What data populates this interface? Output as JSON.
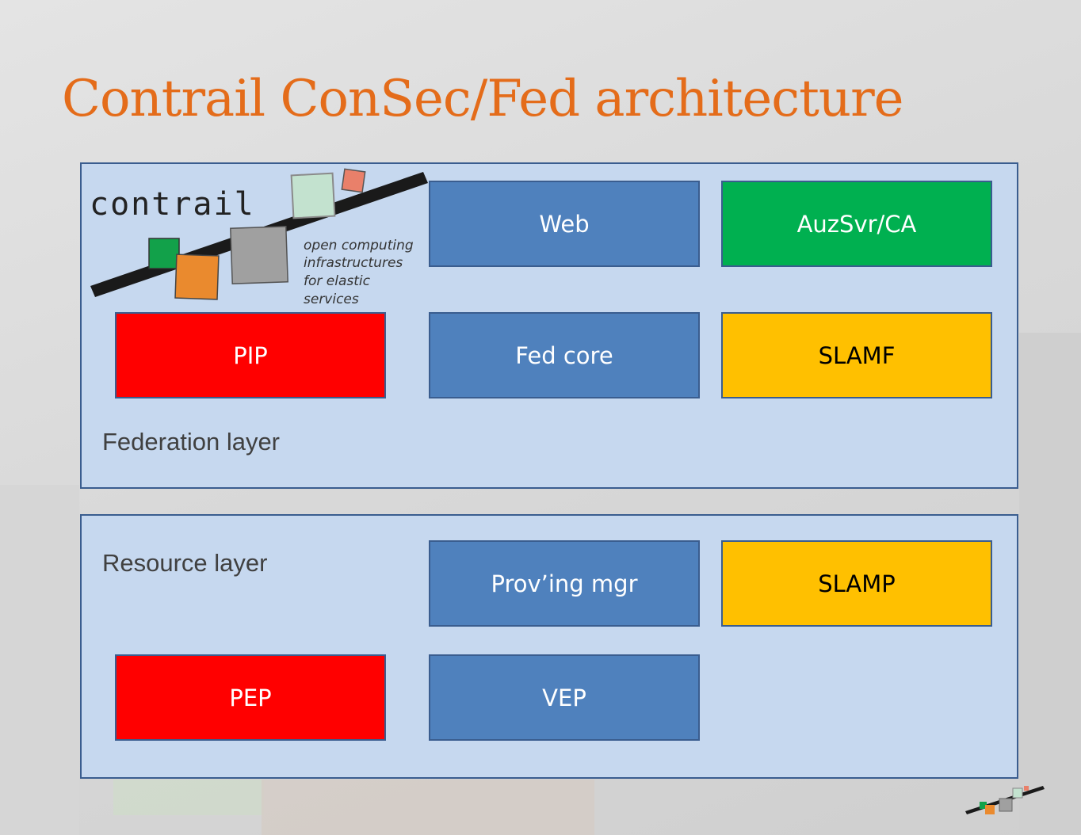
{
  "title": "Contrail ConSec/Fed architecture",
  "logo": {
    "wordmark": "contrail",
    "tagline": [
      "open computing",
      "infrastructures",
      "for elastic",
      "services"
    ]
  },
  "federation_layer": {
    "label": "Federation layer",
    "boxes": [
      {
        "label": "Web",
        "color": "#4f81bd",
        "text_color": "#ffffff"
      },
      {
        "label": "AuzSvr/CA",
        "color": "#00b050",
        "text_color": "#ffffff"
      },
      {
        "label": "PIP",
        "color": "#ff0000",
        "text_color": "#ffffff"
      },
      {
        "label": "Fed core",
        "color": "#4f81bd",
        "text_color": "#ffffff"
      },
      {
        "label": "SLAMF",
        "color": "#ffc000",
        "text_color": "#000000"
      }
    ]
  },
  "resource_layer": {
    "label": "Resource layer",
    "boxes": [
      {
        "label": "Prov’ing mgr",
        "color": "#4f81bd",
        "text_color": "#ffffff"
      },
      {
        "label": "SLAMP",
        "color": "#ffc000",
        "text_color": "#000000"
      },
      {
        "label": "PEP",
        "color": "#ff0000",
        "text_color": "#ffffff"
      },
      {
        "label": "VEP",
        "color": "#4f81bd",
        "text_color": "#ffffff"
      }
    ]
  },
  "colors": {
    "title": "#e46c1a",
    "layer_fill": "#c6d8ef",
    "layer_border": "#3a5d8f"
  }
}
